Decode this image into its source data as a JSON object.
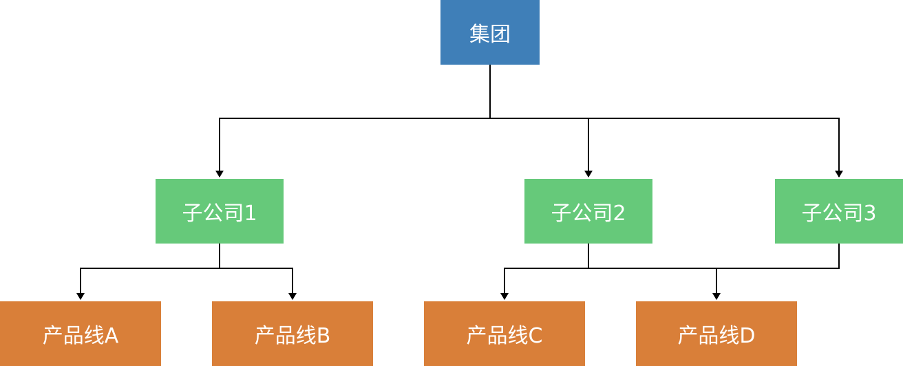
{
  "colors": {
    "root": "#3f7fb8",
    "subsidiary": "#66c97a",
    "product_line": "#d97f39",
    "connector": "#000000"
  },
  "nodes": {
    "root": {
      "label": "集团"
    },
    "subsidiaries": [
      {
        "label": "子公司1"
      },
      {
        "label": "子公司2"
      },
      {
        "label": "子公司3"
      }
    ],
    "product_lines": [
      {
        "label": "产品线A"
      },
      {
        "label": "产品线B"
      },
      {
        "label": "产品线C"
      },
      {
        "label": "产品线D"
      }
    ]
  },
  "edges": [
    {
      "from": "集团",
      "to": "子公司1"
    },
    {
      "from": "集团",
      "to": "子公司2"
    },
    {
      "from": "集团",
      "to": "子公司3"
    },
    {
      "from": "子公司1",
      "to": "产品线A"
    },
    {
      "from": "子公司1",
      "to": "产品线B"
    },
    {
      "from": "子公司2",
      "to": "产品线C"
    },
    {
      "from": "子公司2",
      "to": "产品线D"
    },
    {
      "from": "子公司3",
      "to": "产品线C"
    },
    {
      "from": "子公司3",
      "to": "产品线D"
    }
  ]
}
